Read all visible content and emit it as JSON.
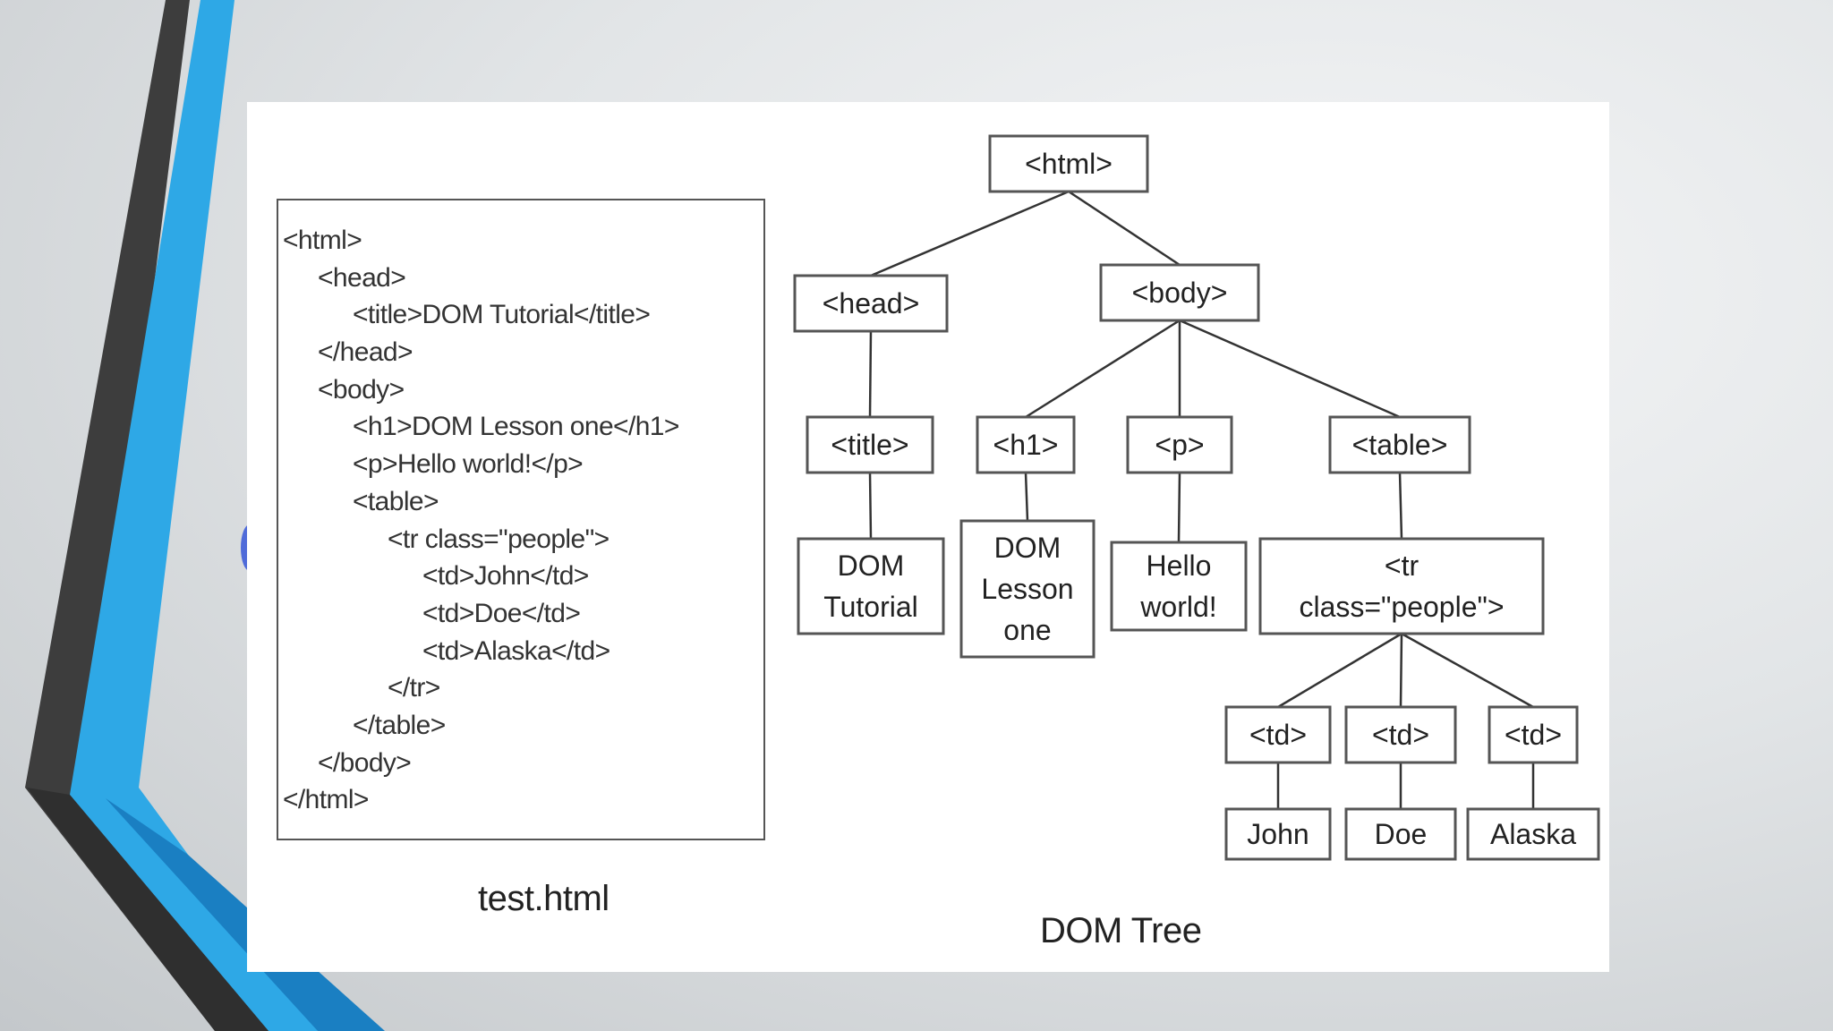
{
  "slide": {
    "accent_colors": {
      "blue": "#2ea8e6",
      "dark": "#3d3d3d",
      "deep_blue": "#1a7fc2"
    }
  },
  "code": {
    "caption": "test.html",
    "lines": [
      {
        "text": "<html>",
        "indent": 0
      },
      {
        "text": "<head>",
        "indent": 1
      },
      {
        "text": "<title>DOM Tutorial</title>",
        "indent": 2
      },
      {
        "text": "</head>",
        "indent": 1
      },
      {
        "text": "<body>",
        "indent": 1
      },
      {
        "text": "<h1>DOM Lesson one</h1>",
        "indent": 2
      },
      {
        "text": "<p>Hello world!</p>",
        "indent": 2
      },
      {
        "text": "<table>",
        "indent": 2
      },
      {
        "text": "<tr class=\"people\">",
        "indent": 3
      },
      {
        "text": "<td>John</td>",
        "indent": 4
      },
      {
        "text": "<td>Doe</td>",
        "indent": 4
      },
      {
        "text": "<td>Alaska</td>",
        "indent": 4
      },
      {
        "text": "</tr>",
        "indent": 3
      },
      {
        "text": "</table>",
        "indent": 2
      },
      {
        "text": "</body>",
        "indent": 1
      },
      {
        "text": "</html>",
        "indent": 0
      }
    ]
  },
  "tree": {
    "caption": "DOM Tree",
    "nodes": [
      {
        "id": "html",
        "name": "html-node",
        "lines": [
          "<html>"
        ],
        "parent": null
      },
      {
        "id": "head",
        "name": "head-node",
        "lines": [
          "<head>"
        ],
        "parent": "html"
      },
      {
        "id": "body",
        "name": "body-node",
        "lines": [
          "<body>"
        ],
        "parent": "html"
      },
      {
        "id": "title",
        "name": "title-node",
        "lines": [
          "<title>"
        ],
        "parent": "head"
      },
      {
        "id": "title_text",
        "name": "title-text-node",
        "lines": [
          "DOM",
          "Tutorial"
        ],
        "parent": "title"
      },
      {
        "id": "h1",
        "name": "h1-node",
        "lines": [
          "<h1>"
        ],
        "parent": "body"
      },
      {
        "id": "p",
        "name": "p-node",
        "lines": [
          "<p>"
        ],
        "parent": "body"
      },
      {
        "id": "table",
        "name": "table-node",
        "lines": [
          "<table>"
        ],
        "parent": "body"
      },
      {
        "id": "h1_text",
        "name": "h1-text-node",
        "lines": [
          "DOM",
          "Lesson",
          "one"
        ],
        "parent": "h1"
      },
      {
        "id": "p_text",
        "name": "p-text-node",
        "lines": [
          "Hello",
          "world!"
        ],
        "parent": "p"
      },
      {
        "id": "tr",
        "name": "tr-node",
        "lines": [
          "<tr",
          "class=\"people\">"
        ],
        "parent": "table"
      },
      {
        "id": "td1",
        "name": "td-node-1",
        "lines": [
          "<td>"
        ],
        "parent": "tr"
      },
      {
        "id": "td2",
        "name": "td-node-2",
        "lines": [
          "<td>"
        ],
        "parent": "tr"
      },
      {
        "id": "td3",
        "name": "td-node-3",
        "lines": [
          "<td>"
        ],
        "parent": "tr"
      },
      {
        "id": "john",
        "name": "john-text-node",
        "lines": [
          "John"
        ],
        "parent": "td1"
      },
      {
        "id": "doe",
        "name": "doe-text-node",
        "lines": [
          "Doe"
        ],
        "parent": "td2"
      },
      {
        "id": "alaska",
        "name": "alaska-text-node",
        "lines": [
          "Alaska"
        ],
        "parent": "td3"
      }
    ]
  }
}
